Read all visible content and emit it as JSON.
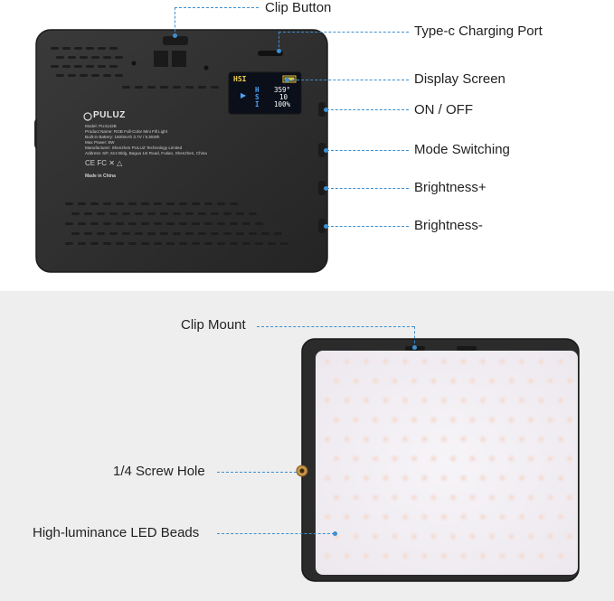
{
  "top_labels": {
    "clip_button": "Clip Button",
    "type_c_port": "Type-c Charging Port",
    "display_screen": "Display Screen",
    "on_off": "ON / OFF",
    "mode_switching": "Mode Switching",
    "brightness_plus": "Brightness+",
    "brightness_minus": "Brightness-"
  },
  "bottom_labels": {
    "clip_mount": "Clip Mount",
    "screw_hole": "1/4 Screw Hole",
    "led_beads": "High-luminance LED Beads"
  },
  "device_back": {
    "brand": "PULUZ",
    "spec_lines": [
      "Model: PU4142B",
      "Product Name: RGB Full-Color Mini Fill Light",
      "Built-in Battery: 1500mAh 3.7V / 5.55Wh",
      "Max Power: 8W",
      "Manufacturer: Shenzhen PULUZ Technology Limited",
      "Address: 6/F, 614 Bldg, Bagua 1st Road, Futian, Shenzhen, China"
    ],
    "cert_marks": "CE FC ✕ △",
    "made_in": "Made in China"
  },
  "display": {
    "mode": "HSI",
    "rows": [
      {
        "key": "H",
        "value": "359°"
      },
      {
        "key": "S",
        "value": "10"
      },
      {
        "key": "I",
        "value": "100%"
      }
    ]
  },
  "colors": {
    "accent": "#3d8fd0",
    "device_body": "#2e2e2e",
    "led_panel": "#f4f1f6"
  }
}
